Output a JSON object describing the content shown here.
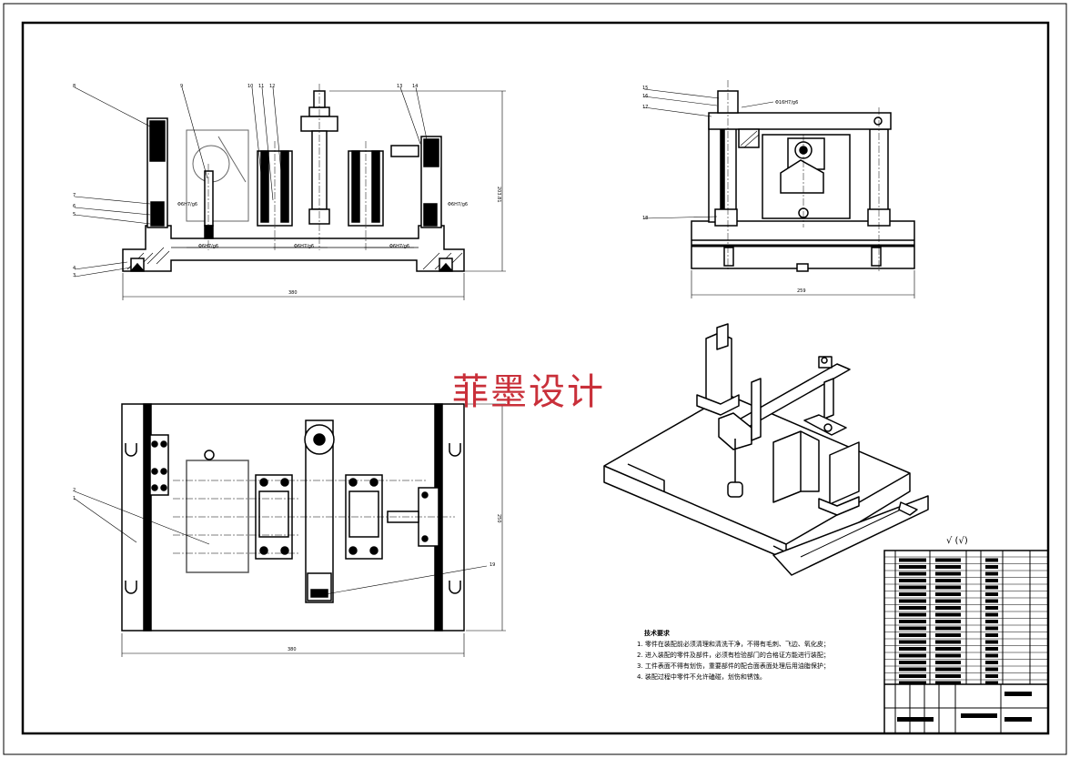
{
  "watermark": "菲墨设计",
  "dimensions": {
    "front_width": "380",
    "front_height": "203.81",
    "fit_1": "Φ6H7/g6",
    "fit_2": "Φ6H7/g6",
    "fit_3": "Φ6H7/g6",
    "fit_4": "Φ6H7/g6",
    "fit_5": "Φ6H7/g6",
    "fit_side": "Φ16H7/g6",
    "side_width": "259",
    "top_width": "380",
    "top_height": "250"
  },
  "front_balloons": [
    "8",
    "9",
    "10",
    "11",
    "12",
    "13",
    "14",
    "7",
    "6",
    "5",
    "4",
    "3"
  ],
  "side_balloons": [
    "15",
    "16",
    "17",
    "18"
  ],
  "top_balloons": [
    "2",
    "1",
    "19"
  ],
  "roughness": "√ (√)",
  "technical_requirements": {
    "title": "技术要求",
    "items": [
      "1. 零件在装配前必须清理和清洗干净，不得有毛刺、飞边、氧化皮；",
      "2. 进入装配的零件及部件，必须有检验部门的合格证方能进行装配；",
      "3. 工件表面不得有划伤，重要部件的配合面表面处理后用油脂保护；",
      "4. 装配过程中零件不允许磕碰，划伤和锈蚀。"
    ]
  }
}
